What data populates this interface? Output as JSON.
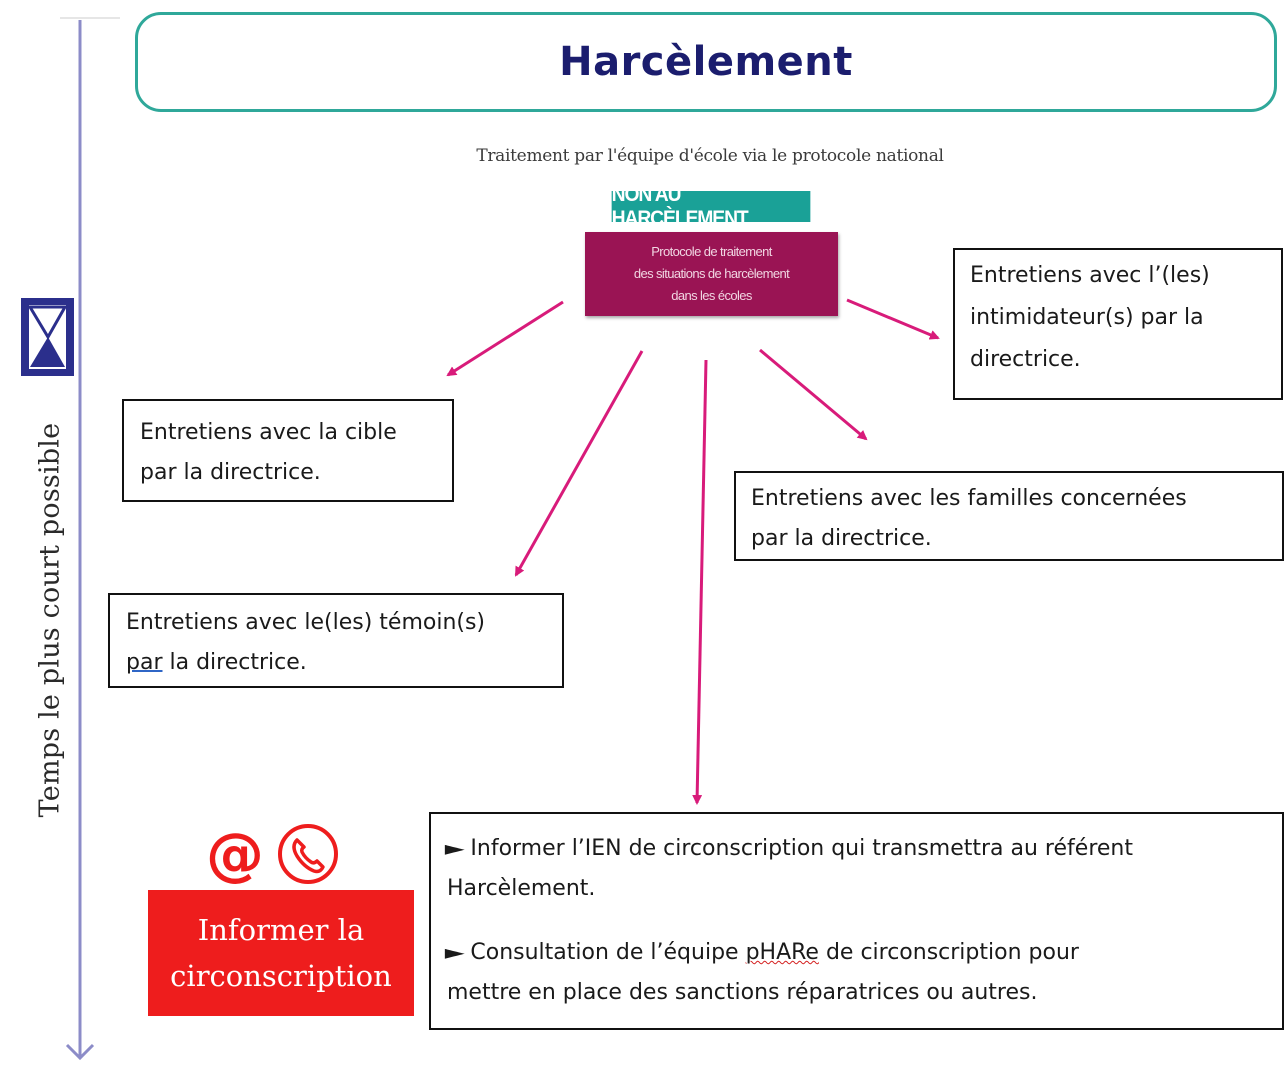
{
  "title": "Harcèlement",
  "subtitle": "Traitement par l'équipe d'école via le protocole national",
  "badge": "NON AU HARCÈLEMENT",
  "protocol_card": {
    "lines": [
      "Protocole de traitement",
      "des situations de harcèlement",
      "dans les écoles"
    ]
  },
  "timeline": {
    "label": "Temps le plus court possible",
    "icon": "hourglass-icon"
  },
  "boxes": {
    "aggressor": {
      "line1": "Entretiens avec l’(les)",
      "line2": "intimidateur(s) par la",
      "line3": "directrice."
    },
    "target": {
      "line1": "Entretiens avec la cible",
      "line2": "par la directrice."
    },
    "families": {
      "line1": "Entretiens avec les familles concernées",
      "line2": "par la directrice."
    },
    "witness": {
      "line1": "Entretiens avec le(les) témoin(s)",
      "line2_underlined": "par",
      "line2_rest": " la directrice."
    }
  },
  "inform_box": {
    "bullet": "►",
    "item1_line1": "Informer l’IEN de circonscription qui transmettra au référent",
    "item1_line2": "Harcèlement.",
    "item2_pre": "Consultation de l’équipe ",
    "item2_marked": "pHARe",
    "item2_post": " de circonscription pour",
    "item2_line2": "mettre en place des sanctions réparatrices ou autres."
  },
  "contact": {
    "icons": [
      "at-sign-icon",
      "phone-icon"
    ],
    "line1": "Informer la",
    "line2": "circonscription"
  },
  "colors": {
    "title_border": "#2fa89a",
    "title_text": "#1b1d6e",
    "badge_bg": "#1aa197",
    "card_bg": "#9a1454",
    "arrow": "#d81b7a",
    "timeline": "#8c8cc8",
    "hourglass": "#2b2f8c",
    "contact_red": "#ee1d1d"
  }
}
